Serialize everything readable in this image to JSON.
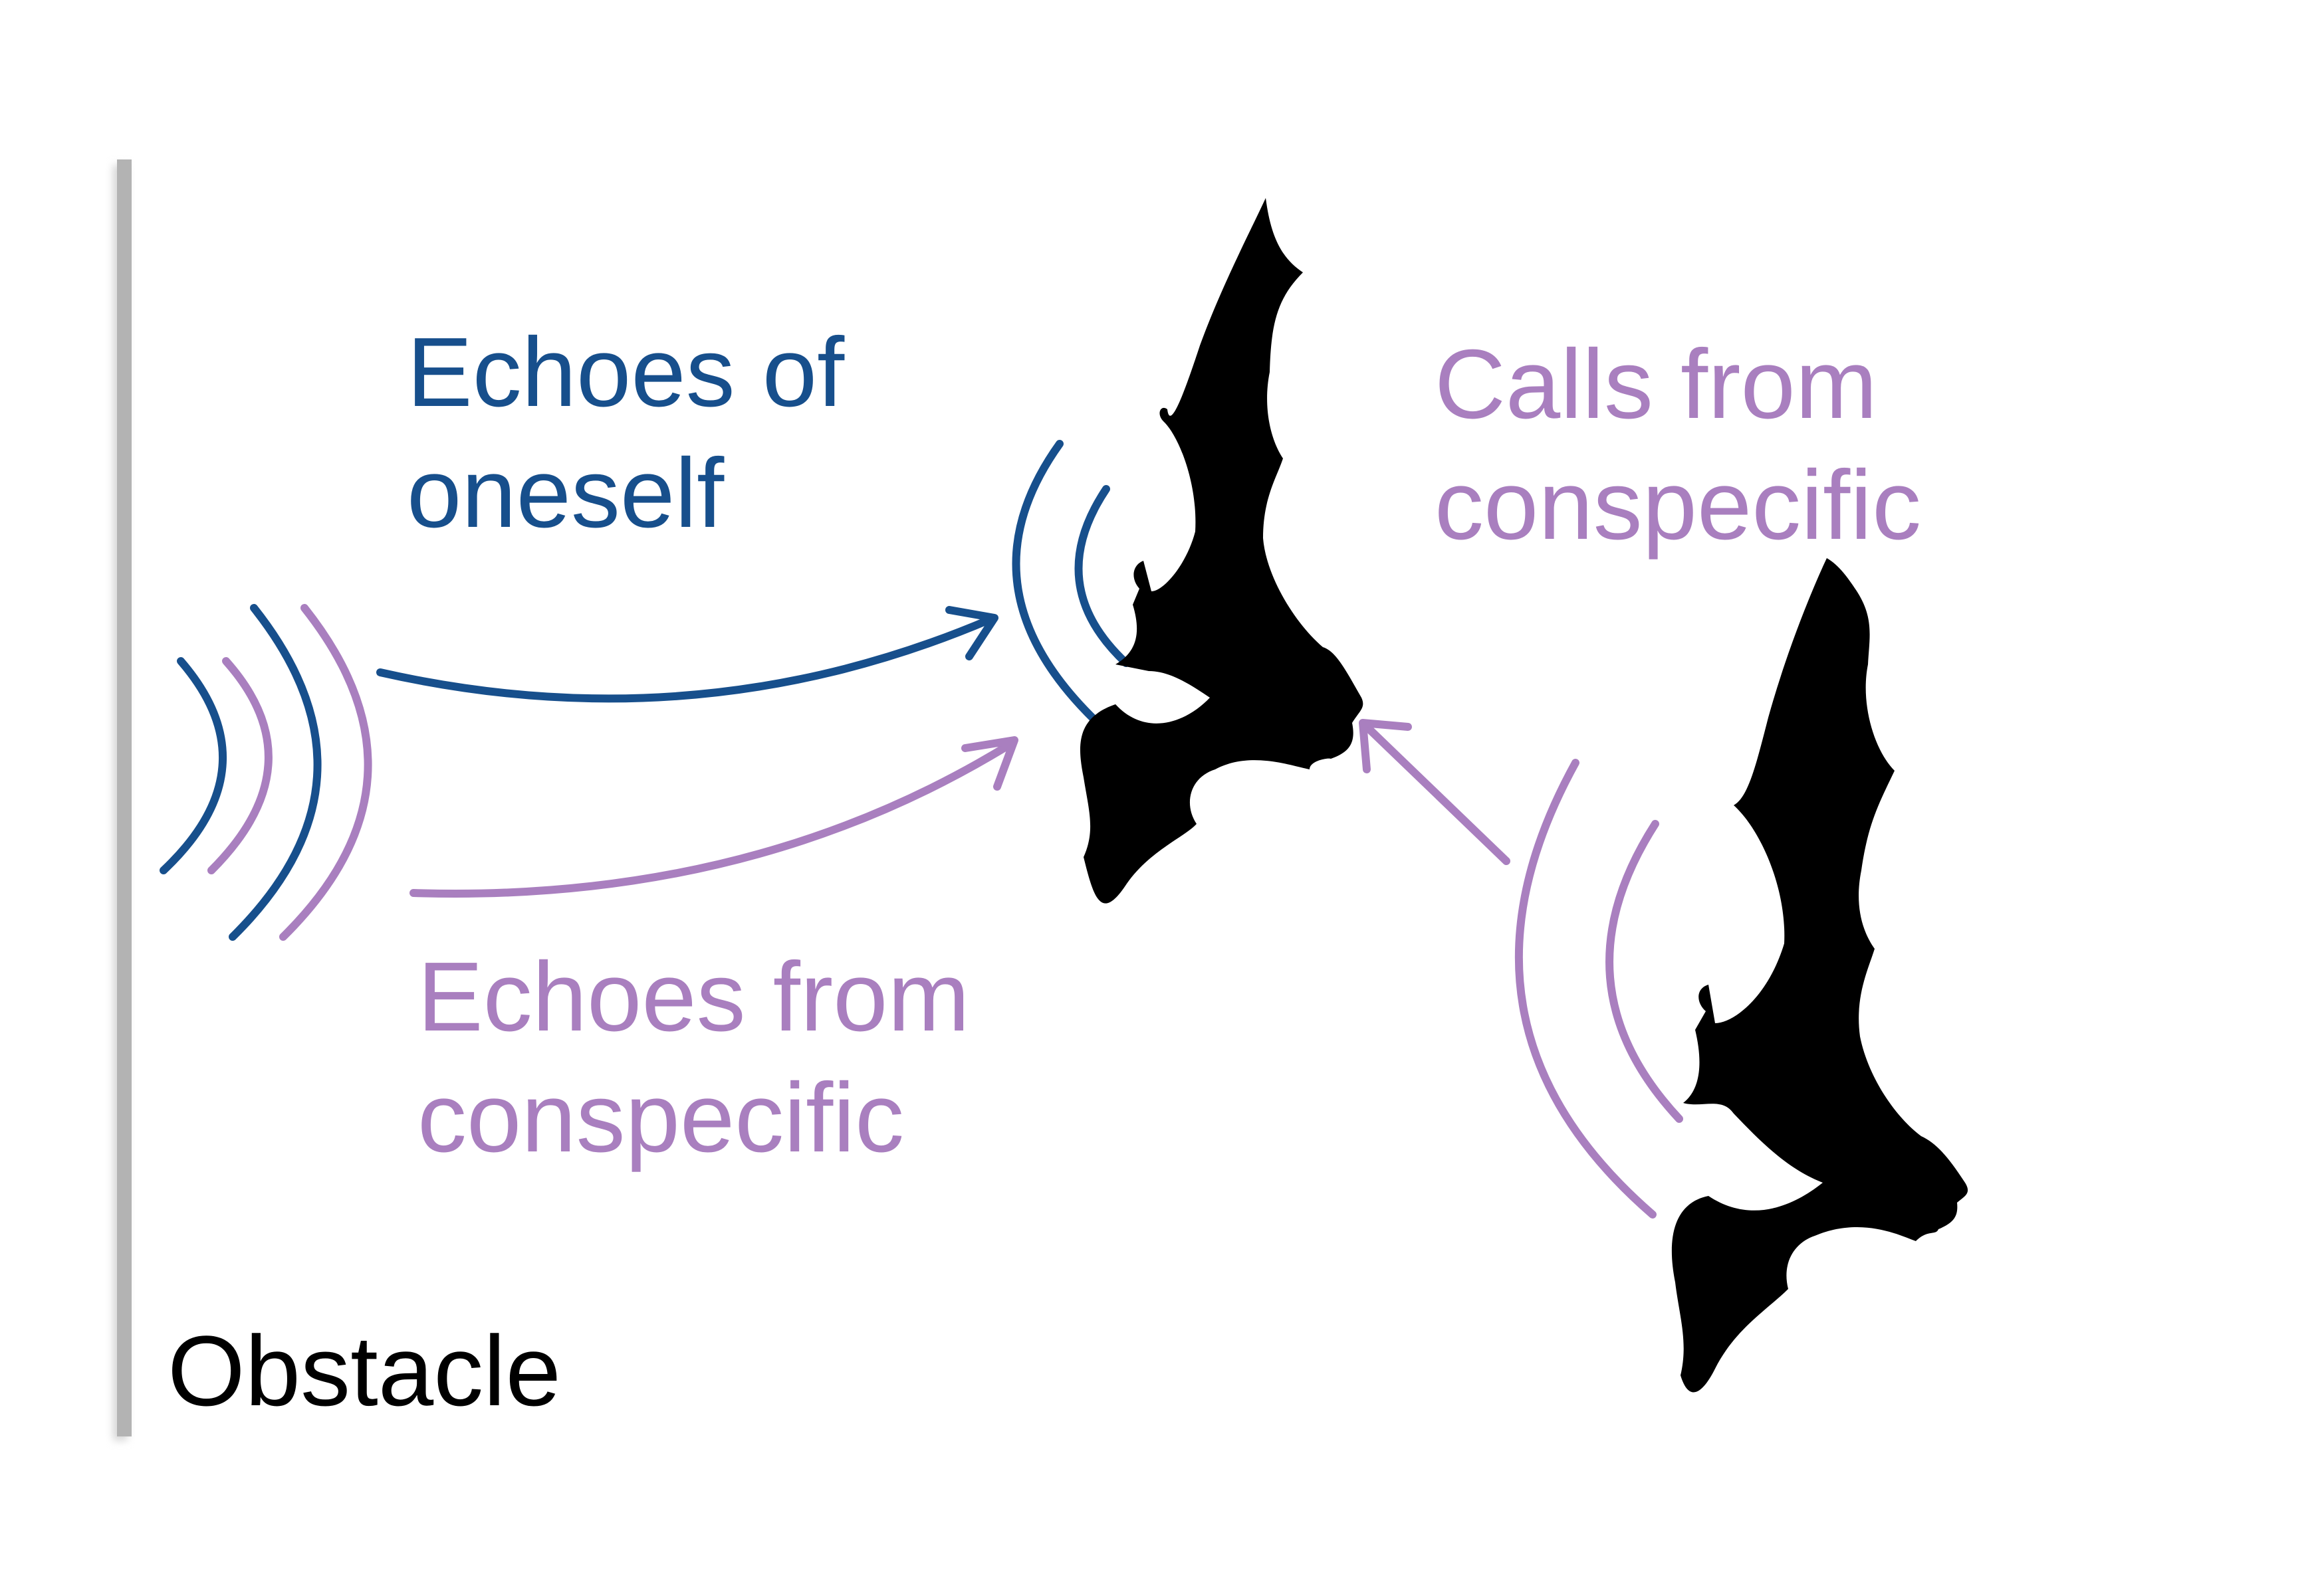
{
  "labels": {
    "echoes_self": {
      "line1": "Echoes of",
      "line2": "oneself"
    },
    "calls_conspecific": {
      "line1": "Calls from",
      "line2": "conspecific"
    },
    "echoes_conspecific": {
      "line1": "Echoes from",
      "line2": "conspecific"
    },
    "obstacle": "Obstacle"
  },
  "colors": {
    "self_echo": "#174f8c",
    "conspecific": "#a97fbf",
    "obstacle_wall": "#b3b3b3",
    "bat": "#000000",
    "background": "#ffffff"
  },
  "icons": [
    "bat-silhouette-icon",
    "sound-wave-icon",
    "arrow-icon"
  ]
}
